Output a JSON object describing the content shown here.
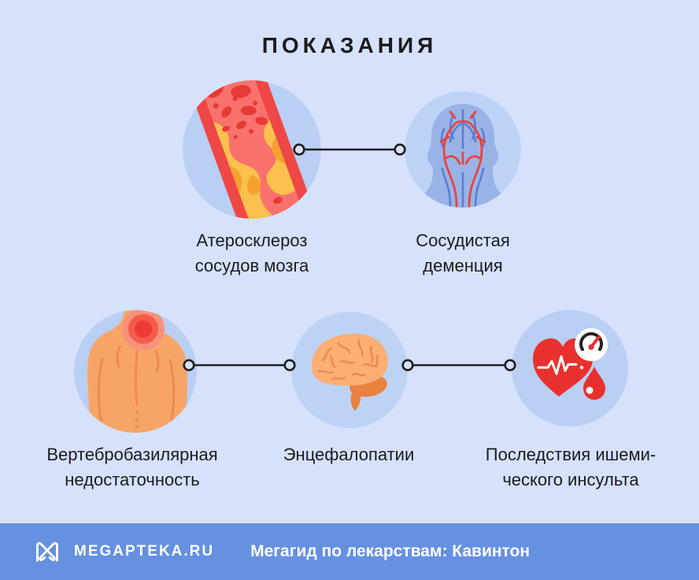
{
  "title": "ПОКАЗАНИЯ",
  "indications": [
    {
      "label": "Атеросклероз\nсосудов мозга",
      "icon": "blood-vessel-atherosclerosis-icon"
    },
    {
      "label": "Сосудистая\nдеменция",
      "icon": "head-blood-vessels-icon"
    },
    {
      "label": "Вертебробазилярная\nнедостаточность",
      "icon": "back-neck-pain-icon"
    },
    {
      "label": "Энцефалопатии",
      "icon": "brain-icon"
    },
    {
      "label": "Последствия ишеми-\nческого инсульта",
      "icon": "heart-pressure-drop-icon"
    }
  ],
  "footer": {
    "brand": "MEGAPTEKA.RU",
    "tagline": "Мегагид по лекарствам: Кавинтон"
  },
  "colors": {
    "background": "#d6e1fc",
    "circle_fill": "#b9cff3",
    "circle_fill_light": "#bdd3f6",
    "footer_background": "#6691e0",
    "text": "#1b1b1d",
    "accent_red": "#e8312f",
    "vessel_red_light": "#f9716d",
    "plaque_yellow": "#fbc04d",
    "plaque_orange": "#f6a12f",
    "skin_orange": "#f7a567",
    "brain_orange": "#fcae74",
    "vein_blue": "#5b7ed1",
    "white": "#ffffff"
  }
}
